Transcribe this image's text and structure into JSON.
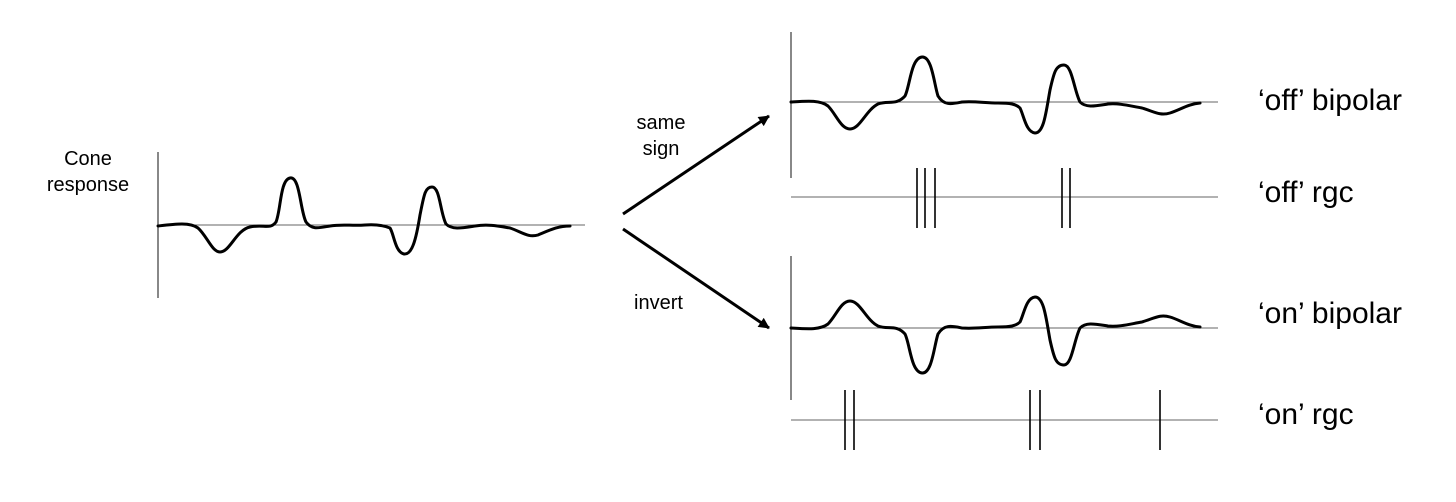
{
  "input": {
    "title": "Cone\nresponse"
  },
  "pathways": {
    "same_sign_label": "same\nsign",
    "invert_label": "invert"
  },
  "outputs": {
    "off_bipolar": "‘off’ bipolar",
    "off_rgc": "‘off’ rgc",
    "on_bipolar": "‘on’ bipolar",
    "on_rgc": "‘on’ rgc"
  },
  "colors": {
    "trace": "#000000",
    "axis": "#555555"
  }
}
